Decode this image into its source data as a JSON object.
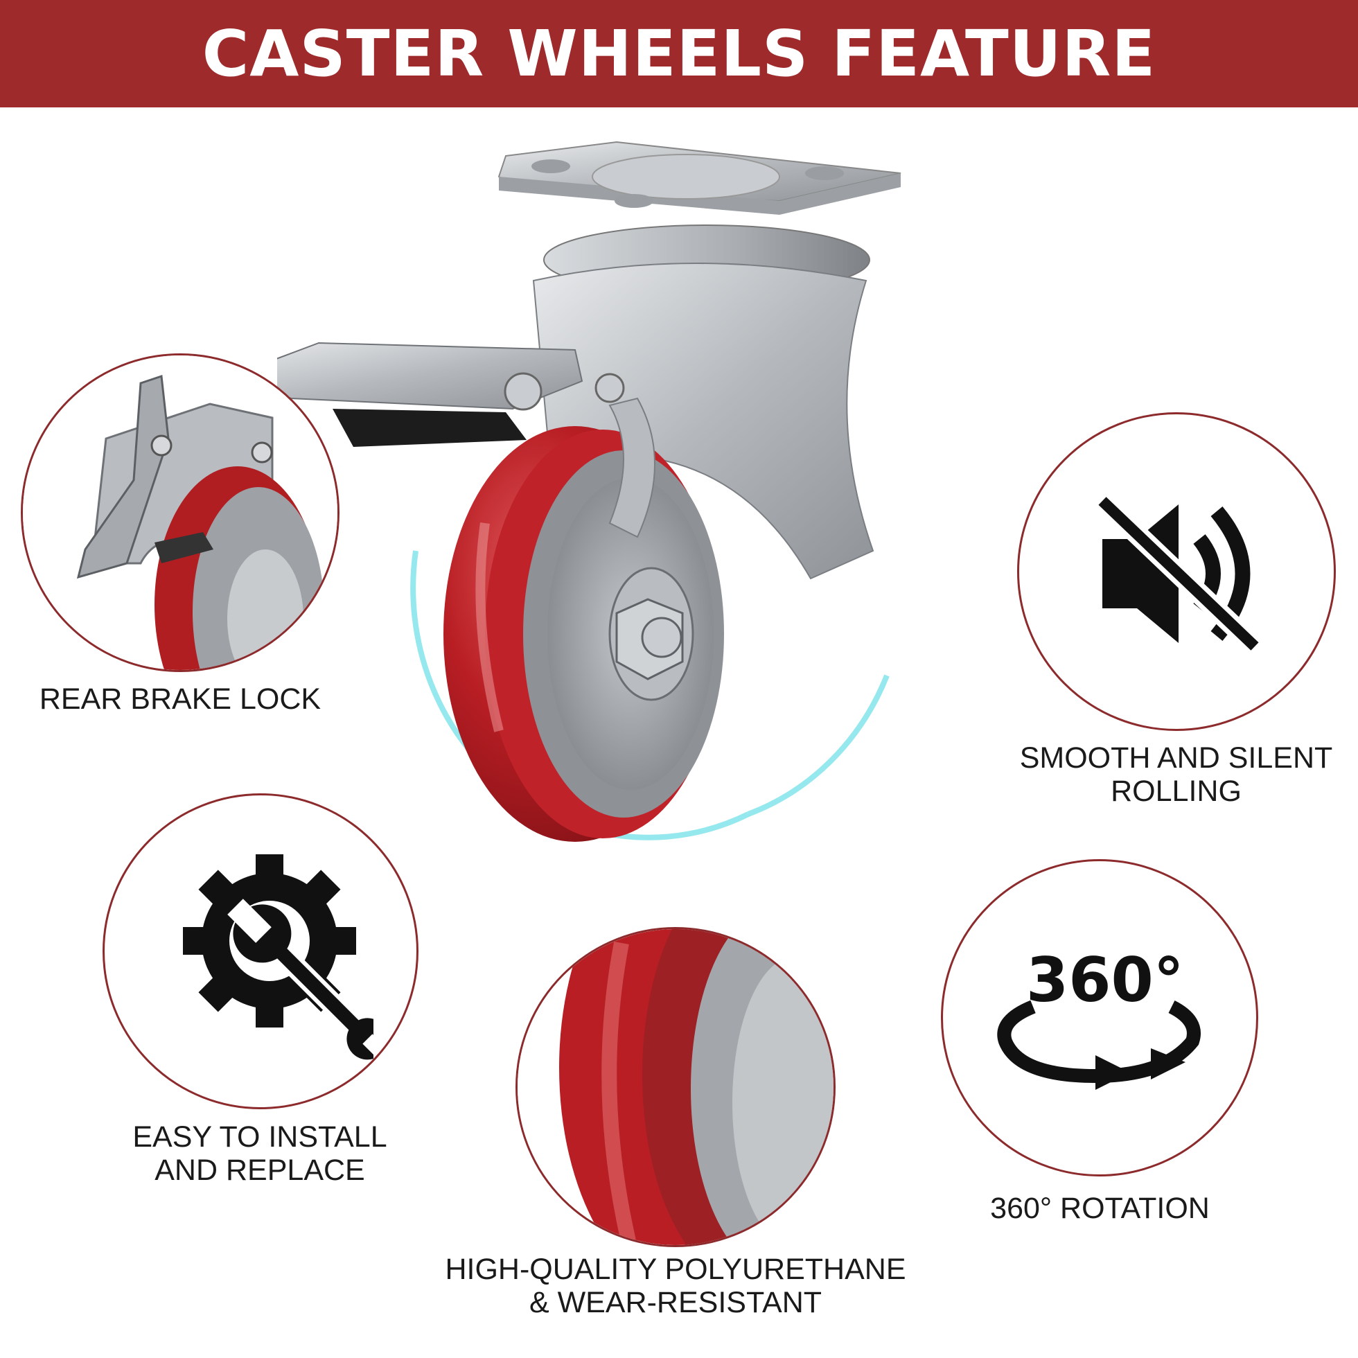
{
  "header": {
    "title": "CASTER WHEELS FEATURE"
  },
  "features": [
    {
      "line1": "REAR BRAKE LOCK",
      "line2": ""
    },
    {
      "line1": "SMOOTH AND SILENT",
      "line2": "ROLLING"
    },
    {
      "line1": "EASY TO INSTALL",
      "line2": "AND REPLACE"
    },
    {
      "line1": "360° ROTATION",
      "line2": ""
    },
    {
      "line1": "HIGH-QUALITY POLYURETHANE",
      "line2": "& WEAR-RESISTANT"
    }
  ],
  "icons": {
    "rotation_text": "360°",
    "names": [
      "brake-lock-closeup",
      "muted-speaker-icon",
      "gear-wrench-icon",
      "rotation-360-icon",
      "wheel-tread-closeup"
    ]
  },
  "colors": {
    "banner": "#9e2a2b",
    "circle_border": "#8c2a2c",
    "wheel_red": "#b01e22",
    "hub_gray": "#9ea2a6",
    "glow": "#3ed6de"
  }
}
